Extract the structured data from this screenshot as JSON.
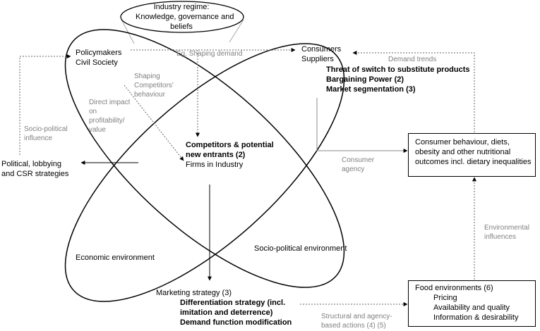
{
  "industry_regime": {
    "line1": "Industry regime:",
    "line2": "Knowledge, governance and",
    "line3": "beliefs"
  },
  "policymakers": {
    "line1": "Policymakers",
    "line2": "Civil Society"
  },
  "consumers": {
    "line1": "Consumers",
    "line2": "Suppliers",
    "bold1": "Threat of switch to substitute products",
    "bold2": "Bargaining Power (2)",
    "bold3": "Market segmentation (3)"
  },
  "competitors": {
    "bold1": "Competitors & potential",
    "bold2": "new entrants (2)",
    "line3": "Firms in Industry"
  },
  "political": {
    "line1": "Political, lobbying",
    "line2": "and CSR strategies"
  },
  "consumer_behaviour": {
    "line1": "Consumer behaviour, diets,",
    "line2": "obesity and other nutritional",
    "line3": "outcomes incl. dietary inequalities"
  },
  "food_env": {
    "title": "Food environments (6)",
    "items": [
      "Pricing",
      "Availability and quality",
      "Information & desirability"
    ]
  },
  "marketing": {
    "title": "Marketing strategy (3)",
    "bold1": "Differentiation strategy (incl.",
    "bold2": "imitation and deterrence)",
    "bold3": "Demand function modification"
  },
  "environments": {
    "economic": "Economic environment",
    "socio_political": "Socio-political environment"
  },
  "arrow_labels": {
    "shaping_demand": "Eg. Shaping demand",
    "demand_trends": "Demand trends",
    "shaping_competitors": [
      "Shaping",
      "Competitors'",
      "behaviour"
    ],
    "direct_impact": [
      "Direct impact",
      "on",
      "profitability/",
      "value"
    ],
    "socio_political_influence": [
      "Socio-political",
      "influence"
    ],
    "consumer_agency": [
      "Consumer",
      "agency"
    ],
    "environmental_influences": [
      "Environmental",
      "influences"
    ],
    "structural_actions": [
      "Structural and agency-",
      "based actions (4) (5)"
    ]
  }
}
